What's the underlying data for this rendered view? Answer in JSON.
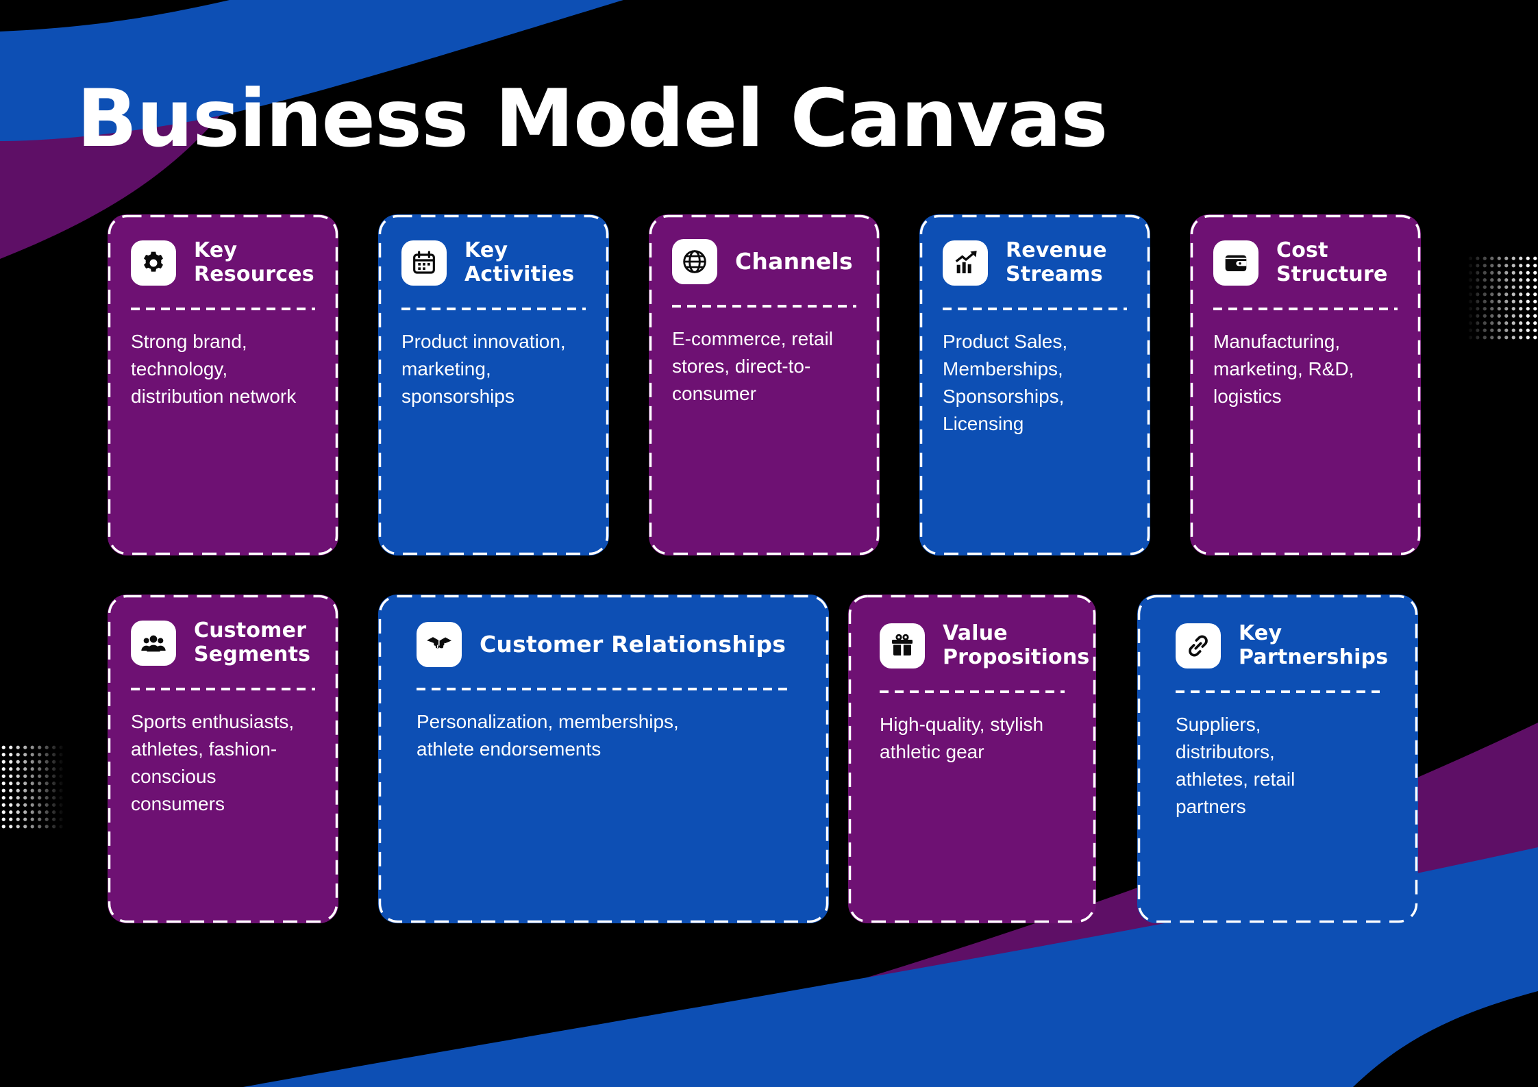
{
  "page_title": "Business Model Canvas",
  "colors": {
    "background": "#000000",
    "card_purple": "#6E1173",
    "card_blue": "#0D4FB4",
    "swoosh_blue": "#0D4FB4",
    "swoosh_purple": "#5E0F66",
    "text": "#FFFFFF",
    "icon_glyph": "#0B0B0B"
  },
  "cards": [
    {
      "key": "key-resources",
      "color": "purple",
      "icon": "gear-icon",
      "title": "Key\nResources",
      "body": "Strong brand,\ntechnology,\ndistribution network"
    },
    {
      "key": "key-activities",
      "color": "blue",
      "icon": "calendar-icon",
      "title": "Key\nActivities",
      "body": "Product innovation,\nmarketing,\nsponsorships"
    },
    {
      "key": "channels",
      "color": "purple",
      "icon": "globe-icon",
      "title": "Channels",
      "body": "E-commerce, retail\nstores, direct-to-\nconsumer"
    },
    {
      "key": "revenue-streams",
      "color": "blue",
      "icon": "growth-chart-icon",
      "title": "Revenue\nStreams",
      "body": "Product Sales,\nMemberships,\nSponsorships,\nLicensing"
    },
    {
      "key": "cost-structure",
      "color": "purple",
      "icon": "wallet-icon",
      "title": "Cost\nStructure",
      "body": "Manufacturing,\nmarketing, R&D,\nlogistics"
    },
    {
      "key": "customer-segments",
      "color": "purple",
      "icon": "people-group-icon",
      "title": "Customer\nSegments",
      "body": "Sports enthusiasts,\nathletes, fashion-\nconscious\nconsumers"
    },
    {
      "key": "customer-relationships",
      "color": "blue",
      "icon": "handshake-icon",
      "title": "Customer Relationships",
      "body": "Personalization, memberships,\nathlete endorsements"
    },
    {
      "key": "value-propositions",
      "color": "purple",
      "icon": "gift-icon",
      "title": "Value\nPropositions",
      "body": "High-quality, stylish\nathletic gear"
    },
    {
      "key": "key-partnerships",
      "color": "blue",
      "icon": "chain-link-icon",
      "title": "Key\nPartnerships",
      "body": "Suppliers,\ndistributors,\nathletes, retail\npartners"
    }
  ]
}
